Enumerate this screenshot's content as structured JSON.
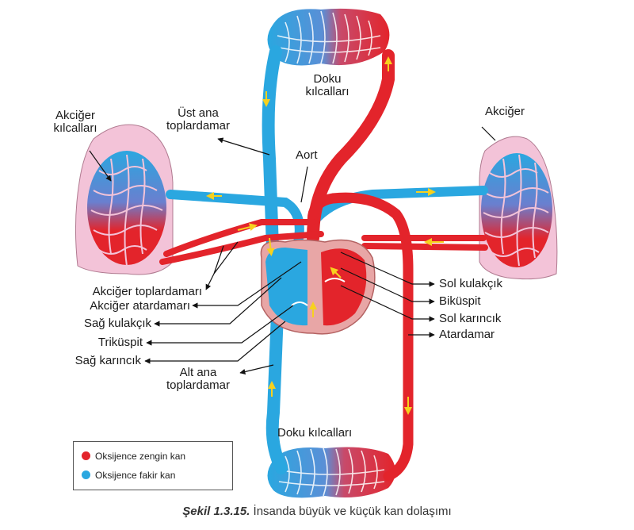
{
  "colors": {
    "oxygen_rich": "#e3242b",
    "oxygen_poor": "#2aa7e0",
    "lung_fill": "#f3c3d8",
    "heart_wall": "#e8a6a6",
    "flow_arrow": "#f7d11e"
  },
  "labels": {
    "doku_kilcallari_top": [
      "Doku",
      "kılcalları"
    ],
    "ust_ana_toplardamar": [
      "Üst ana",
      "toplardamar"
    ],
    "akciger_kilcallari": [
      "Akciğer",
      "kılcalları"
    ],
    "aort": "Aort",
    "akciger_right": "Akciğer",
    "akciger_toplardamari": "Akciğer toplardamarı",
    "akciger_atardamari": "Akciğer atardamarı",
    "sag_kulakcik": "Sağ kulakçık",
    "trikuspit": "Triküspit",
    "sag_karincik": "Sağ karıncık",
    "alt_ana_toplardamar": [
      "Alt ana",
      "toplardamar"
    ],
    "sol_kulakcik": "Sol kulakçık",
    "bikuspit": "Biküspit",
    "sol_karincik": "Sol karıncık",
    "atardamar": "Atardamar",
    "doku_kilcallari_bottom": "Doku kılcalları"
  },
  "legend": {
    "oxygen_rich": "Oksijence zengin kan",
    "oxygen_poor": "Oksijence fakir kan"
  },
  "caption": {
    "figure_number": "Şekil 1.3.15.",
    "text": "İnsanda büyük ve küçük kan dolaşımı"
  }
}
